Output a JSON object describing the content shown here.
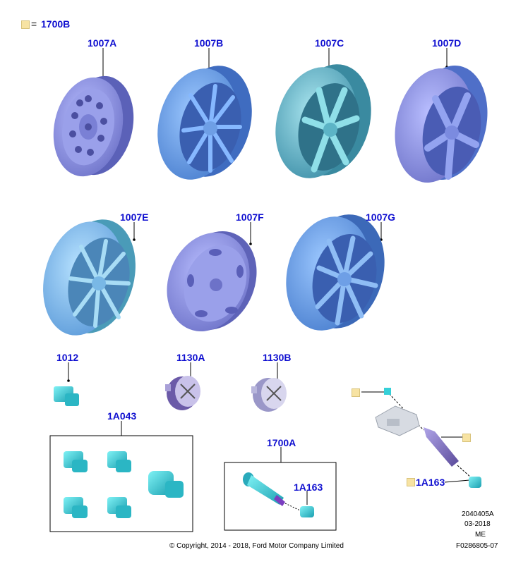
{
  "legend": {
    "equals": "=",
    "part": "1700B",
    "swatch_color": "#f7e3a3"
  },
  "labels": {
    "p1007A": "1007A",
    "p1007B": "1007B",
    "p1007C": "1007C",
    "p1007D": "1007D",
    "p1007E": "1007E",
    "p1007F": "1007F",
    "p1007G": "1007G",
    "p1012": "1012",
    "p1130A": "1130A",
    "p1130B": "1130B",
    "p1A043": "1A043",
    "p1700A": "1700A",
    "p1A163a": "1A163",
    "p1A163b": "1A163"
  },
  "footer": {
    "copyright": "© Copyright, 2014 - 2018, Ford Motor Company Limited",
    "code1": "2040405A",
    "date": "03-2018",
    "region": "ME",
    "figure": "F0286805-07"
  },
  "colors": {
    "label": "#1010d0",
    "steel_wheel": "#8f95e0",
    "alloy_wheel": "#6d9fe8",
    "teal_wheel": "#5ab3c8",
    "nut": "#35d0d8",
    "valve": "#8070c0"
  }
}
